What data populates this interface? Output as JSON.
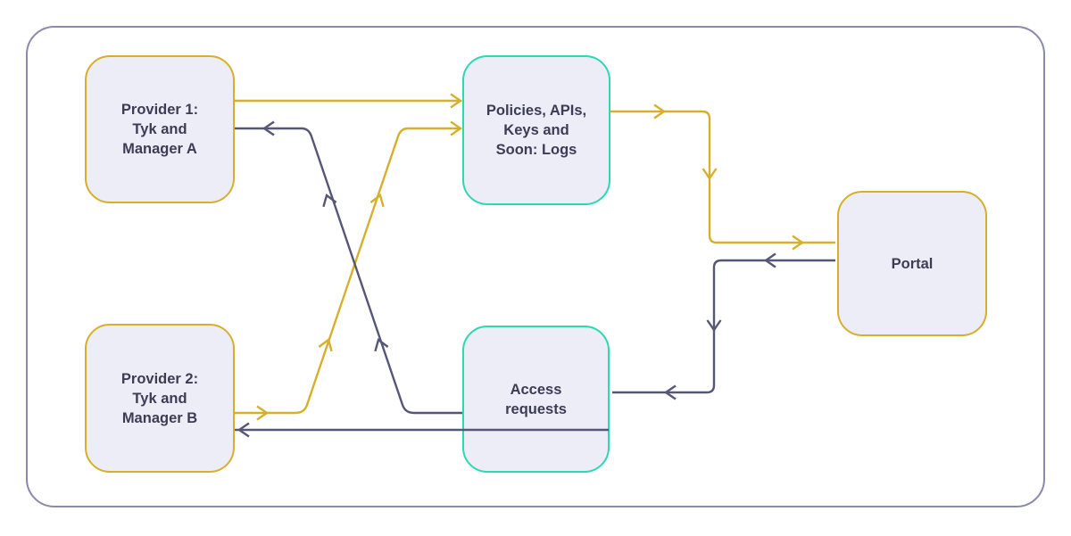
{
  "diagram": {
    "nodes": {
      "provider1": {
        "lines": [
          "Provider 1:",
          "Tyk and",
          "Manager A"
        ]
      },
      "provider2": {
        "lines": [
          "Provider 2:",
          "Tyk and",
          "Manager B"
        ]
      },
      "policies": {
        "lines": [
          "Policies, APIs,",
          "Keys and",
          "Soon: Logs"
        ]
      },
      "access": {
        "lines": [
          "Access",
          "requests"
        ]
      },
      "portal": {
        "lines": [
          "Portal"
        ]
      }
    },
    "edges": [
      {
        "from": "provider1",
        "to": "policies",
        "color": "gold"
      },
      {
        "from": "provider2",
        "to": "policies",
        "color": "gold"
      },
      {
        "from": "policies",
        "to": "portal",
        "color": "gold"
      },
      {
        "from": "portal",
        "to": "access",
        "color": "slate"
      },
      {
        "from": "access",
        "to": "provider1",
        "color": "slate"
      },
      {
        "from": "access",
        "to": "provider2",
        "color": "slate"
      }
    ],
    "theme": {
      "gold": "#D6AF2D",
      "teal": "#2BD9B2",
      "slate": "#565678",
      "frame": "#8A8AAA",
      "node_fill": "#EDEDF8",
      "text": "#3C3D55",
      "background": "#FFFFFF"
    }
  }
}
